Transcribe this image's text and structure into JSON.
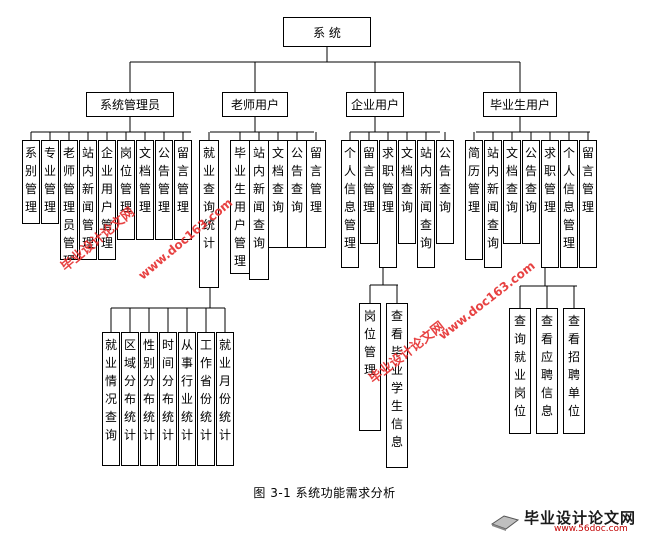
{
  "root": {
    "label": "系 统"
  },
  "groups": [
    {
      "label": "系统管理员",
      "children": [
        "系别管理",
        "专业管理",
        "老师管理员管理",
        "站内新闻管理",
        "企业用户管理",
        "岗位管理",
        "文档管理",
        "公告管理",
        "留言管理"
      ]
    },
    {
      "label": "老师用户",
      "children": [
        "就业查询统计",
        "毕业生用户管理",
        "站内新闻查询",
        "文档查询",
        "公告查询",
        "留言管理"
      ]
    },
    {
      "label": "企业用户",
      "children": [
        "个人信息管理",
        "留言管理",
        "求职管理",
        "文档查询",
        "站内新闻查询",
        "公告查询"
      ]
    },
    {
      "label": "毕业生用户",
      "children": [
        "简历管理",
        "站内新闻查询",
        "文档查询",
        "公告查询",
        "求职管理",
        "个人信息管理",
        "留言管理"
      ]
    }
  ],
  "stat_children": [
    "就业情况查询",
    "区域分布统计",
    "性别分布统计",
    "时间分布统计",
    "从事行业统计",
    "工作省份统计",
    "就业月份统计"
  ],
  "job_children": [
    "岗位管理",
    "查看毕业学生信息"
  ],
  "grad_job_children": [
    "查询就业岗位",
    "查看应聘信息",
    "查看招聘单位"
  ],
  "caption": "图 3-1 系统功能需求分析",
  "watermarks": {
    "site_cn": "毕业设计论文网",
    "site_url": "www.doc163.com"
  },
  "logo": {
    "main": "毕业设计论文网",
    "sub": "www.56doc.com"
  }
}
